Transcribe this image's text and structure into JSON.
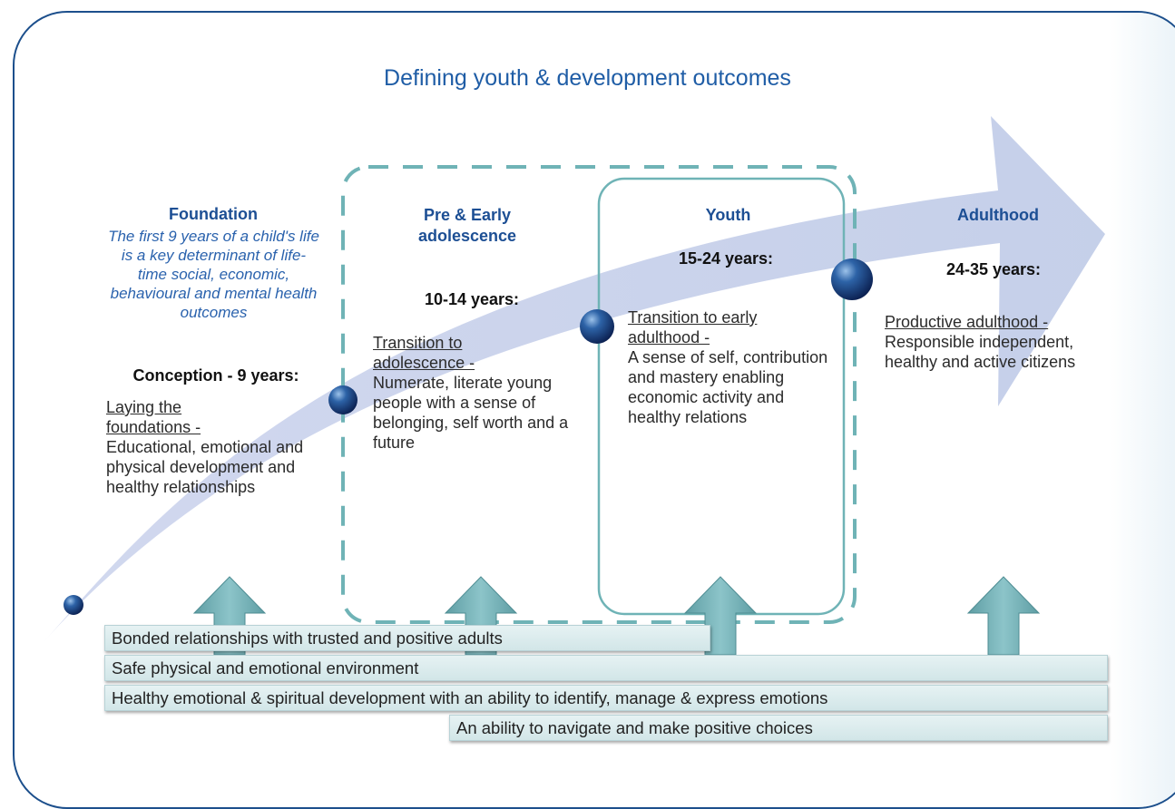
{
  "title": "Defining youth & development outcomes",
  "colors": {
    "frame": "#1c4f8c",
    "title": "#1f5da6",
    "arrow": "#c7d1ea",
    "dashed_box": "#6fb3b6",
    "up_arrow": "#74b0b5",
    "bar": "#d2e6e8"
  },
  "stages": [
    {
      "title": "Foundation",
      "note": "The first 9 years of a child's life is a key determinant of life-time social, economic, behavioural and mental health outcomes",
      "age": "Conception - 9 years:",
      "lead": "Laying the foundations -",
      "body": "Educational, emotional and physical development and healthy relationships"
    },
    {
      "title": "Pre & Early adolescence",
      "age": "10-14 years:",
      "lead": "Transition to adolescence -",
      "body": "Numerate, literate young people with a sense of belonging, self worth and a future"
    },
    {
      "title": "Youth",
      "age": "15-24 years:",
      "lead": "Transition to early adulthood -",
      "body": "A sense of self, contribution and mastery enabling economic activity and healthy relations"
    },
    {
      "title": "Adulthood",
      "age": "24-35 years:",
      "lead": "Productive adulthood -",
      "body": "Responsible independent, healthy and active citizens"
    }
  ],
  "bars": [
    "Bonded relationships with trusted and positive adults",
    "Safe physical and emotional environment",
    "Healthy emotional & spiritual development with an ability to identify, manage & express emotions",
    "An ability to navigate and make positive choices"
  ]
}
